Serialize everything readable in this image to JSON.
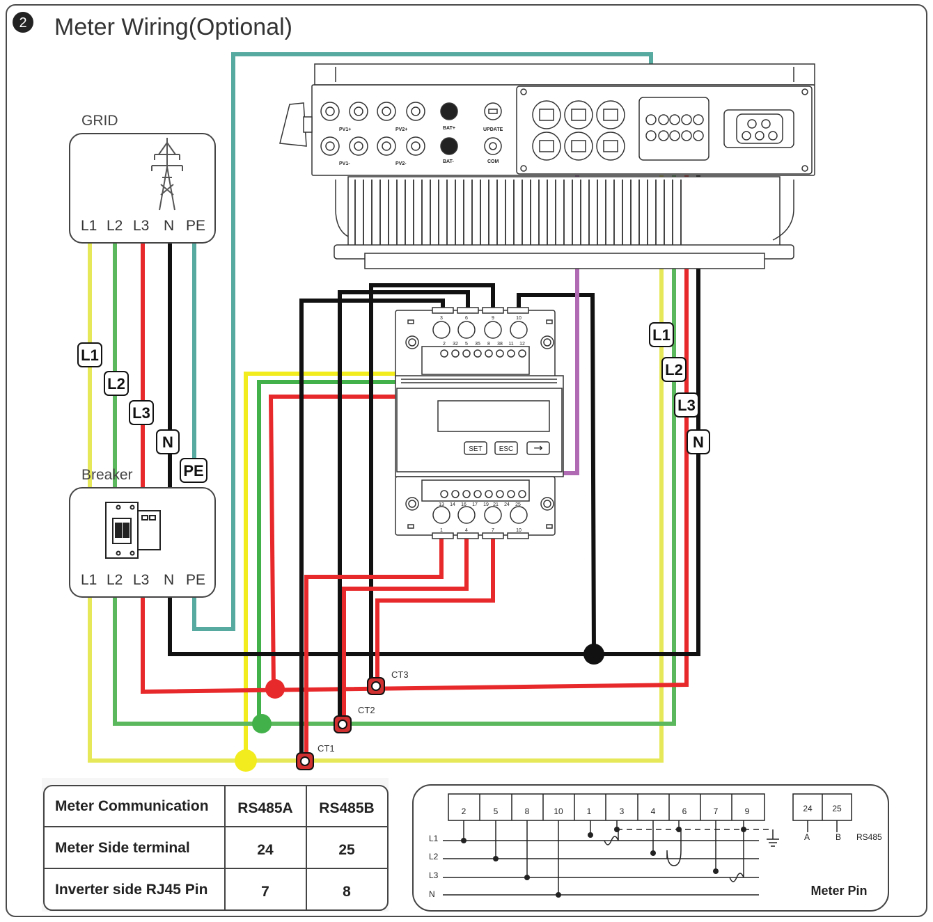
{
  "header": {
    "step_number": "2",
    "title": "Meter Wiring(Optional)"
  },
  "grid": {
    "label": "GRID",
    "terminals": [
      "L1",
      "L2",
      "L3",
      "N",
      "PE"
    ]
  },
  "breaker": {
    "label": "Breaker",
    "terminals": [
      "L1",
      "L2",
      "L3",
      "N",
      "PE"
    ]
  },
  "wire_tags_left": [
    "L1",
    "L2",
    "L3",
    "N",
    "PE"
  ],
  "wire_tags_right": [
    "L1",
    "L2",
    "L3",
    "N"
  ],
  "inverter": {
    "pv_top": [
      "PV1+",
      "PV2+"
    ],
    "pv_bottom": [
      "PV1-",
      "PV2-"
    ],
    "bat_top": "BAT+",
    "bat_bottom": "BAT-",
    "update": "UPDATE",
    "com": "COM"
  },
  "meter": {
    "top_terminals": [
      "3",
      "6",
      "9",
      "10"
    ],
    "top_small": [
      "2",
      "32",
      "5",
      "35",
      "8",
      "38",
      "11",
      "12"
    ],
    "bottom_small": [
      "13",
      "14",
      "16",
      "17",
      "19",
      "21",
      "24",
      "25"
    ],
    "bottom_terminals": [
      "1",
      "4",
      "7",
      "10"
    ],
    "buttons": [
      "SET",
      "ESC",
      "→"
    ]
  },
  "ct_labels": [
    "CT1",
    "CT2",
    "CT3"
  ],
  "table": {
    "headers": [
      "Meter Communication",
      "RS485A",
      "RS485B"
    ],
    "rows": [
      [
        "Meter Side terminal",
        "24",
        "25"
      ],
      [
        "Inverter side RJ45 Pin",
        "7",
        "8"
      ]
    ]
  },
  "schematic": {
    "pins": [
      "2",
      "5",
      "8",
      "10",
      "1",
      "3",
      "4",
      "6",
      "7",
      "9"
    ],
    "rs485_pins": [
      "24",
      "25"
    ],
    "rs485_ab": [
      "A",
      "B"
    ],
    "rs485_label": "RS485",
    "lines": [
      "L1",
      "L2",
      "L3",
      "N"
    ],
    "caption": "Meter Pin"
  },
  "colors": {
    "L1": "#e6e85a",
    "L2": "#5cb85c",
    "L3": "#e8292b",
    "N": "#111111",
    "PE": "#56aaa0",
    "COM": "#b06ab3"
  }
}
